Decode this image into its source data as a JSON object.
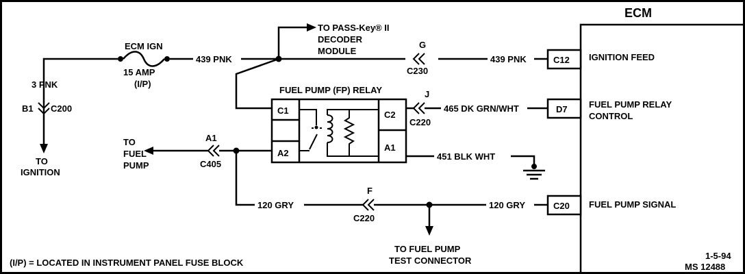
{
  "ecm": {
    "title": "ECM",
    "pins": [
      {
        "code": "C12",
        "label": "IGNITION FEED"
      },
      {
        "code": "D7",
        "label_line1": "FUEL PUMP RELAY",
        "label_line2": "CONTROL"
      },
      {
        "code": "C20",
        "label": "FUEL PUMP SIGNAL"
      }
    ]
  },
  "fuse": {
    "name": "ECM IGN",
    "rating": "15 AMP",
    "location": "(I/P)"
  },
  "wires": {
    "w439_left": "439 PNK",
    "w439_right": "439 PNK",
    "w3": "3 PNK",
    "w465": "465 DK GRN/WHT",
    "w451": "451 BLK WHT",
    "w120_left": "120 GRY",
    "w120_right": "120 GRY"
  },
  "connectors": {
    "c200": {
      "pin": "B1",
      "name": "C200"
    },
    "c230": {
      "pin": "G",
      "name": "C230"
    },
    "c220_top": {
      "pin": "J",
      "name": "C220"
    },
    "c405": {
      "pin": "A1",
      "name": "C405"
    },
    "c220_bottom": {
      "pin": "F",
      "name": "C220"
    }
  },
  "relay": {
    "title": "FUEL PUMP (FP) RELAY",
    "pins": {
      "c1": "C1",
      "a2": "A2",
      "c2": "C2",
      "a1": "A1"
    }
  },
  "destinations": {
    "passkey_line1": "TO PASS-Key® II",
    "passkey_line2": "DECODER",
    "passkey_line3": "MODULE",
    "ignition_line1": "TO",
    "ignition_line2": "IGNITION",
    "fuelpump_line1": "TO",
    "fuelpump_line2": "FUEL",
    "fuelpump_line3": "PUMP",
    "test_line1": "TO FUEL PUMP",
    "test_line2": "TEST CONNECTOR"
  },
  "footnote": "(I/P) = LOCATED IN INSTRUMENT PANEL FUSE BLOCK",
  "date": "1-5-94",
  "ref": "MS 12488"
}
